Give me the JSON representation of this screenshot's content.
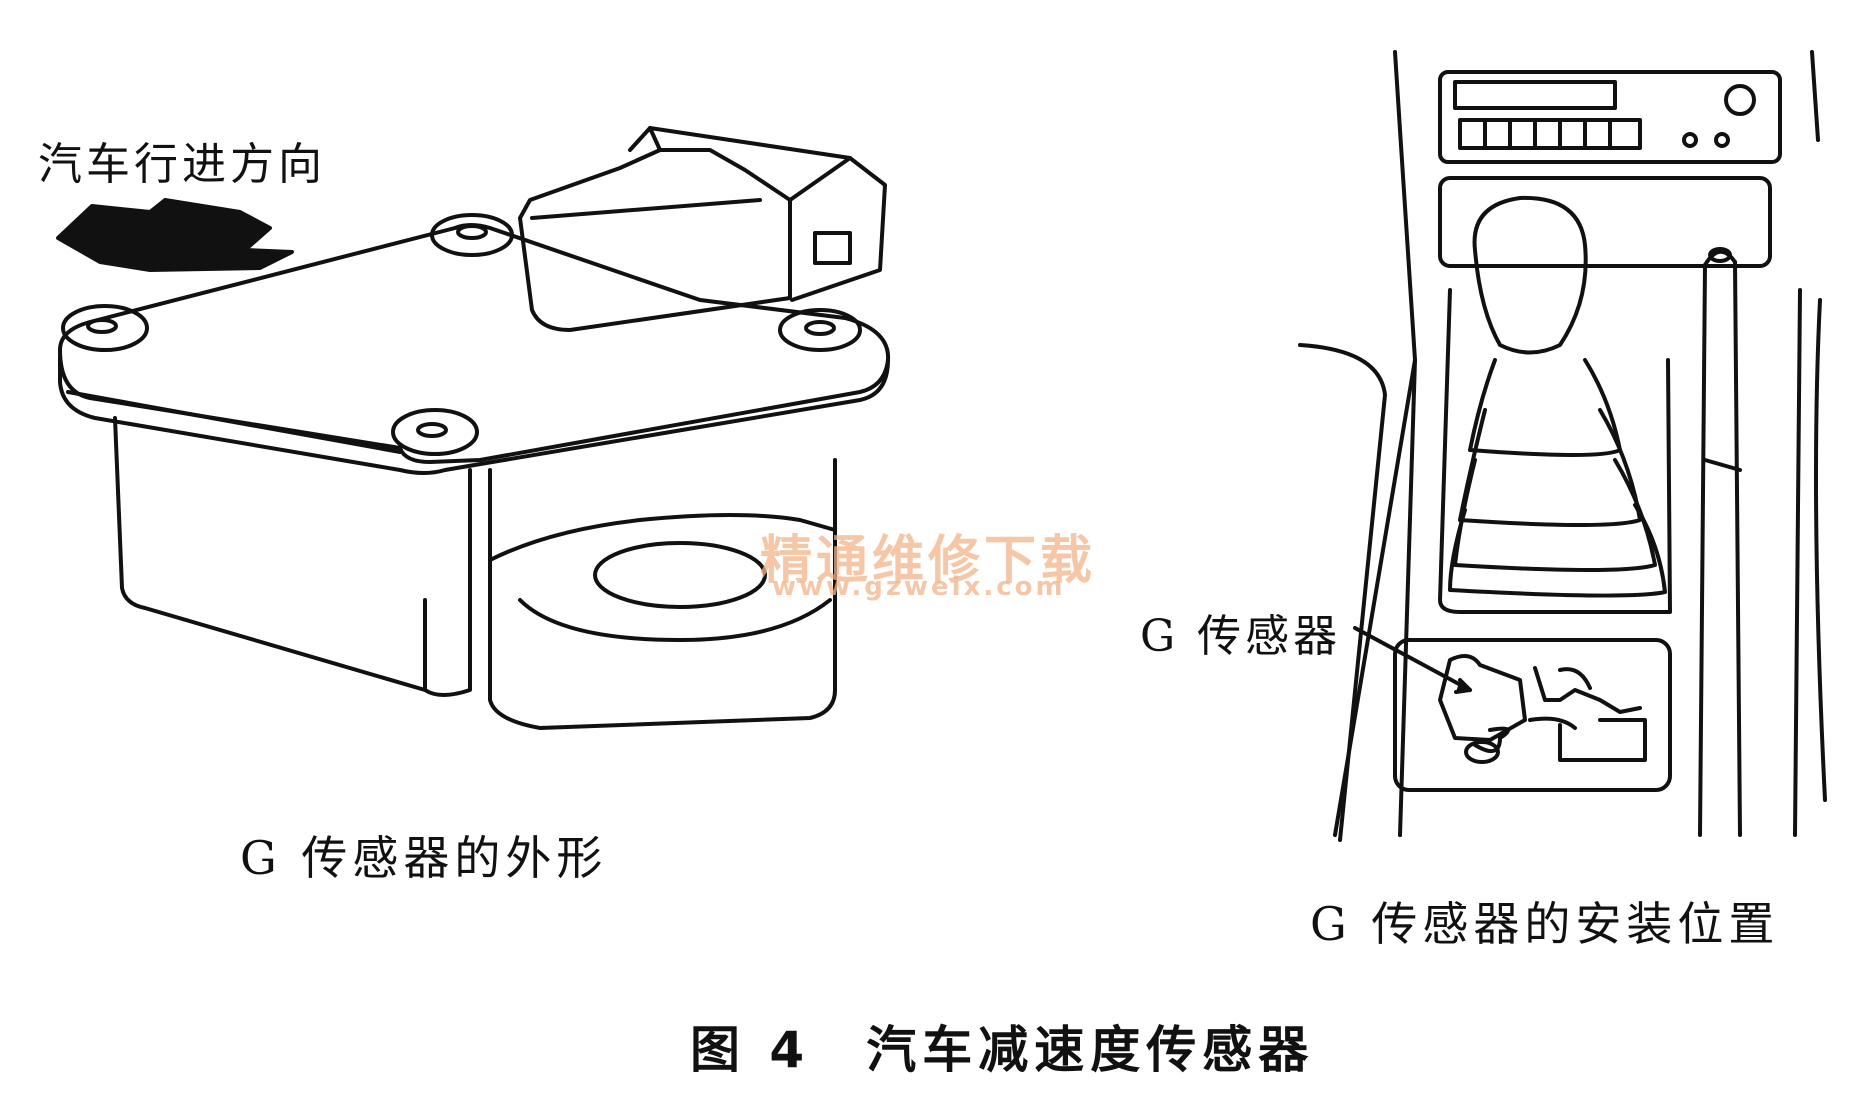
{
  "figure": {
    "direction_label": "汽车行进方向",
    "appearance_label": "G 传感器的外形",
    "callout_label": "G 传感器",
    "location_label": "G 传感器的安装位置",
    "caption": "图 4　汽车减速度传感器"
  },
  "watermark": {
    "text_cn": "精通维修下载",
    "text_url": "www.gzweix.com"
  },
  "colors": {
    "ink": "#111111",
    "background": "#ffffff",
    "watermark": "#f3b58a"
  },
  "icons": {
    "direction_arrow": "arrow-left-icon"
  }
}
